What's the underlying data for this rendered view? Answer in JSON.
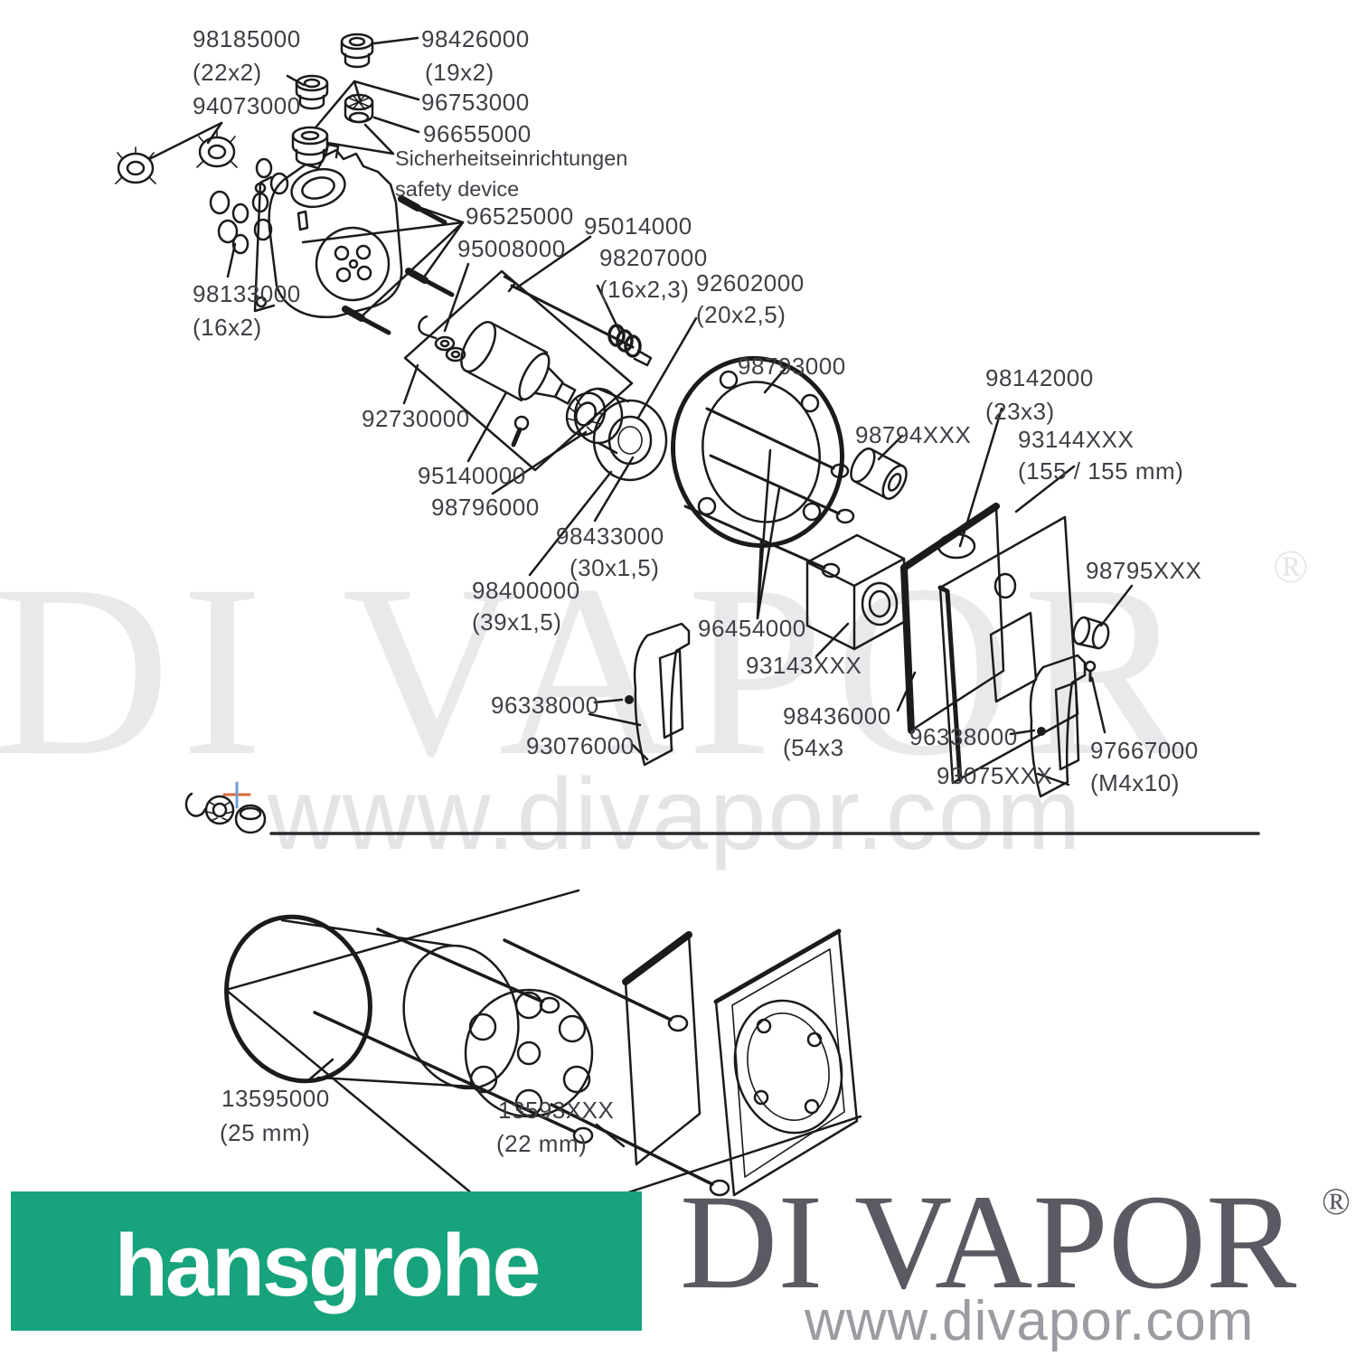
{
  "watermark": {
    "brand": "DI VAPOR",
    "registered": "®",
    "url": "www.divapor.com"
  },
  "labels": [
    {
      "text": "98185000"
    },
    {
      "text": "(22x2)"
    },
    {
      "text": "94073000"
    },
    {
      "text": "98426000"
    },
    {
      "text": "(19x2)"
    },
    {
      "text": "96753000"
    },
    {
      "text": "96655000"
    },
    {
      "text": "Sicherheitseinrichtungen"
    },
    {
      "text": "safety device"
    },
    {
      "text": "96525000"
    },
    {
      "text": "95008000"
    },
    {
      "text": "95014000"
    },
    {
      "text": "98207000"
    },
    {
      "text": "(16x2,3)"
    },
    {
      "text": "92602000"
    },
    {
      "text": "(20x2,5)"
    },
    {
      "text": "98793000"
    },
    {
      "text": "98133000"
    },
    {
      "text": "(16x2)"
    },
    {
      "text": "92730000"
    },
    {
      "text": "95140000"
    },
    {
      "text": "98796000"
    },
    {
      "text": "98433000"
    },
    {
      "text": "(30x1,5)"
    },
    {
      "text": "98400000"
    },
    {
      "text": "(39x1,5)"
    },
    {
      "text": "98794XXX"
    },
    {
      "text": "98142000"
    },
    {
      "text": "(23x3)"
    },
    {
      "text": "93144XXX"
    },
    {
      "text": "(155 / 155 mm)"
    },
    {
      "text": "98795XXX"
    },
    {
      "text": "96454000"
    },
    {
      "text": "93143XXX"
    },
    {
      "text": "96338000"
    },
    {
      "text": "93076000"
    },
    {
      "text": "98436000"
    },
    {
      "text": "(54x3"
    },
    {
      "text": "96338000"
    },
    {
      "text": "93075XXX"
    },
    {
      "text": "97667000"
    },
    {
      "text": "(M4x10)"
    },
    {
      "text": "13595000"
    },
    {
      "text": "(25 mm)"
    },
    {
      "text": "13593XXX"
    },
    {
      "text": "(22 mm)"
    }
  ],
  "footer": {
    "hansgrohe": "hansgrohe",
    "brand": "DI VAPOR",
    "registered": "®",
    "url": "www.divapor.com"
  },
  "colors": {
    "hansgrohe_green": "#17a37c",
    "logo_gray": "#595a62",
    "url_gray": "#9b9ca1",
    "label_gray": "#3f4046"
  }
}
